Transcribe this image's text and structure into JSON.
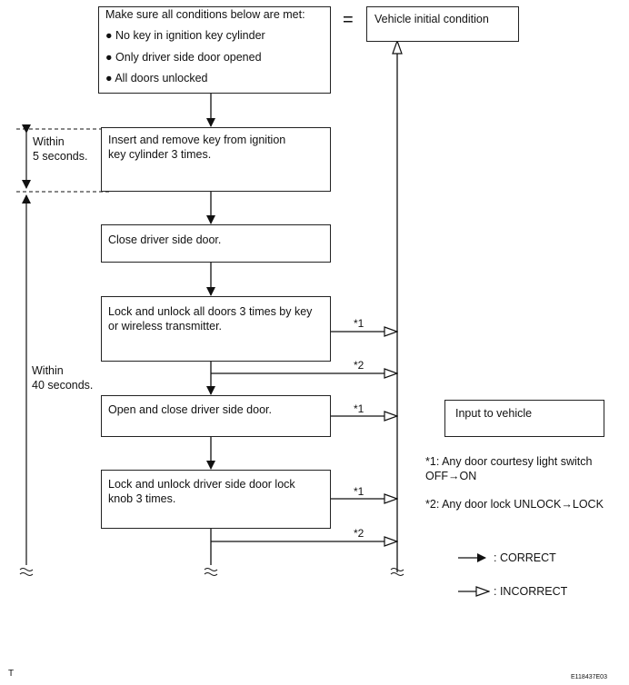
{
  "conditions": {
    "heading": "Make sure all conditions below are met:",
    "items": [
      "No key in ignition key cylinder",
      "Only driver side door opened",
      "All doors unlocked"
    ]
  },
  "equals_sign": "=",
  "initial_condition": "Vehicle initial condition",
  "steps": [
    {
      "lines": [
        "Insert and remove key from ignition",
        "key cylinder 3 times."
      ]
    },
    {
      "lines": [
        "Close driver side door."
      ]
    },
    {
      "lines": [
        "Lock and unlock all doors 3 times by key",
        "or wireless transmitter."
      ]
    },
    {
      "lines": [
        "Open and close driver side door."
      ]
    },
    {
      "lines": [
        "Lock and unlock driver side door lock",
        "knob 3 times."
      ]
    }
  ],
  "timing": {
    "within5": [
      "Within",
      "5 seconds."
    ],
    "within40": [
      "Within",
      "40 seconds."
    ]
  },
  "branch_marks": {
    "star1": "*1",
    "star2": "*2"
  },
  "legend": {
    "input_to_vehicle": "Input to vehicle",
    "note1": [
      "*1: Any door courtesy light switch",
      "OFF→ON"
    ],
    "note2": "*2: Any door lock UNLOCK→LOCK",
    "correct": ":  CORRECT",
    "incorrect": ":  INCORRECT"
  },
  "footer": {
    "left": "T",
    "right": "E118437E03"
  }
}
